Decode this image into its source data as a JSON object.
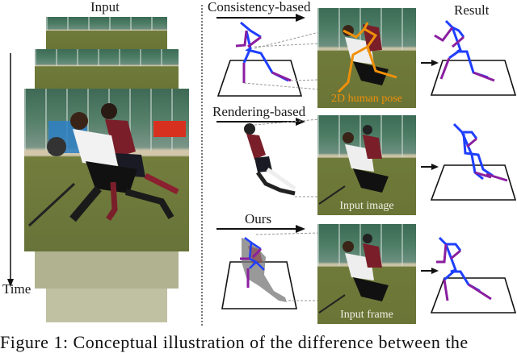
{
  "figure": {
    "input_column": {
      "title": "Input",
      "time_axis_label": "Time"
    },
    "methods": [
      {
        "name": "Consistency-based",
        "photo_caption": "2D human pose",
        "photo_caption_color": "#f0900a",
        "overlay": "2D orange skeleton on image"
      },
      {
        "name": "Rendering-based",
        "photo_caption": "Input image",
        "photo_caption_color": "#f2f0e6",
        "overlay": "segmented person cutout"
      },
      {
        "name": "Ours",
        "photo_caption": "Input frame",
        "photo_caption_color": "#f2f0e6",
        "overlay": "person cutout with 3D skeleton"
      }
    ],
    "result_column": {
      "title": "Result"
    },
    "colors": {
      "skeleton_right": "#1f3fff",
      "skeleton_left": "#8a1fa0",
      "skeleton_2d": "#f0900a",
      "ground_plane": "#111111",
      "divider": "#777777"
    },
    "caption": "Figure 1: Conceptual illustration of the difference between the"
  }
}
